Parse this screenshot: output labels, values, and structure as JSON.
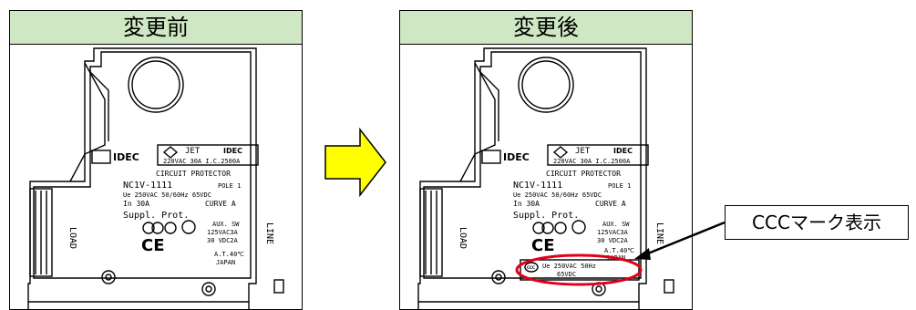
{
  "panels": {
    "before": {
      "header": "変更前"
    },
    "after": {
      "header": "変更後"
    }
  },
  "device": {
    "brand": "IDEC",
    "jet_label": "JET",
    "jet_brand": "IDEC",
    "rating_line": "220VAC 30A I.C.2500A",
    "title": "CIRCUIT PROTECTOR",
    "model": "NC1V-1111",
    "pole": "POLE 1",
    "voltage_line": "Ue 250VAC 50/60Hz 65VDC",
    "current_line": "In 30A",
    "curve": "CURVE A",
    "suppl": "Suppl. Prot.",
    "aux": [
      "AUX. SW",
      "125VAC3A",
      "30 VDC2A"
    ],
    "temp": "A.T.40℃",
    "origin": "JAPAN",
    "ce": "CE",
    "load": "LOAD",
    "line": "LINE"
  },
  "ccc": {
    "symbol": "CCC",
    "line1": "Ue 250VAC 50Hz",
    "line2": "65VDC"
  },
  "callout": {
    "label": "CCCマーク表示"
  },
  "colors": {
    "header_bg": "#cfe8c3",
    "arrow_fill": "#ffff00",
    "highlight": "#e0001a"
  }
}
